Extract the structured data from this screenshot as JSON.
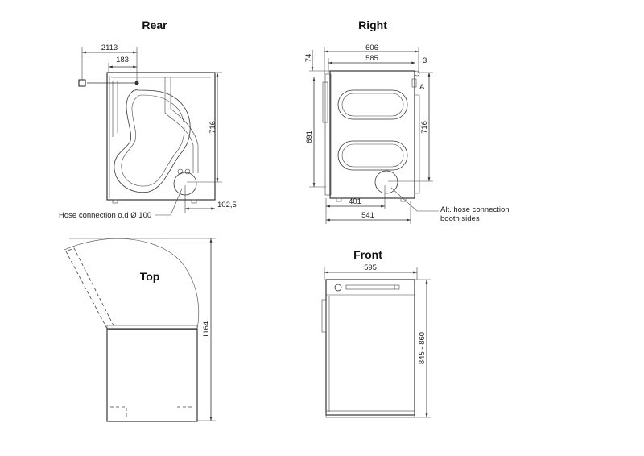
{
  "views": {
    "rear": {
      "title": "Rear",
      "dims": {
        "overall_width": "2113",
        "offset": "183",
        "height": "716",
        "hose_offset": "102,5"
      },
      "hose_label": "Hose connection o.d Ø 100"
    },
    "right": {
      "title": "Right",
      "dims": {
        "depth_total": "606",
        "depth_body": "585",
        "gap": "3",
        "top": "74",
        "height_left": "691",
        "height_right": "716",
        "hose_depth": "401",
        "base_depth": "541"
      },
      "marker": "A",
      "hose_label_line1": "Alt. hose connection",
      "hose_label_line2": "booth sides"
    },
    "top": {
      "title": "Top",
      "dims": {
        "door_open_height": "1164"
      }
    },
    "front": {
      "title": "Front",
      "dims": {
        "width": "595",
        "height": "845 - 860"
      }
    }
  }
}
